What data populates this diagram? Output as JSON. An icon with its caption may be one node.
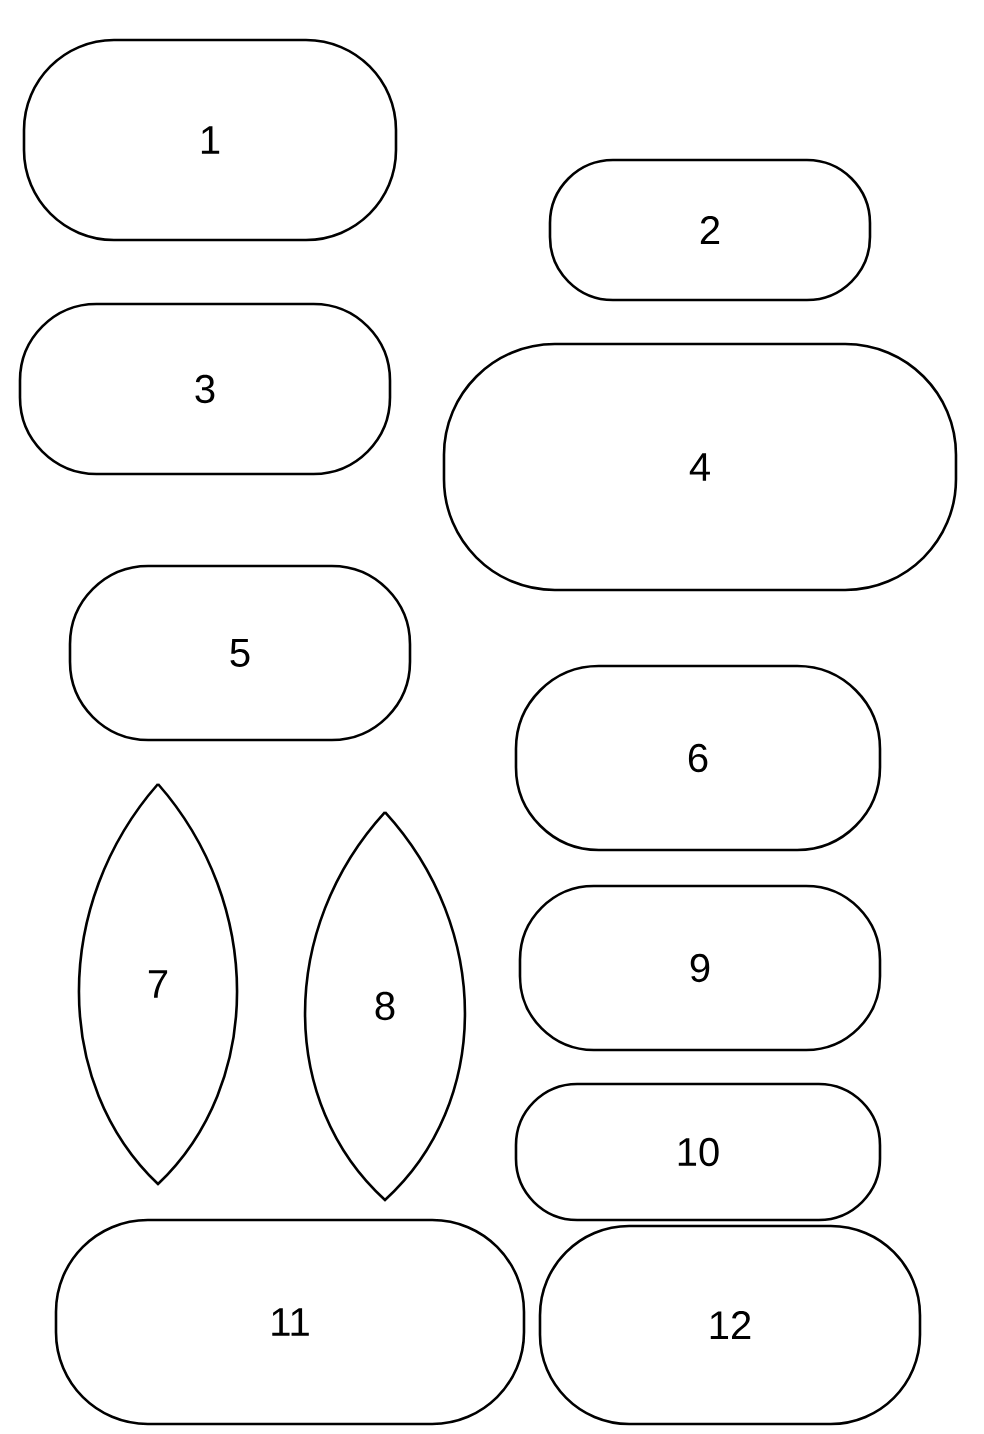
{
  "diagram": {
    "nodes": [
      {
        "text": [
          "1"
        ]
      },
      {
        "text": [
          "2"
        ]
      },
      {
        "text": [
          "3"
        ]
      },
      {
        "text": [
          "4"
        ]
      },
      {
        "text": [
          "5"
        ]
      },
      {
        "text": [
          "6"
        ]
      },
      {
        "text": [
          "7"
        ]
      },
      {
        "text": [
          "8"
        ]
      },
      {
        "text": [
          "9"
        ]
      },
      {
        "text": [
          "10"
        ]
      },
      {
        "text": [
          "11"
        ]
      },
      {
        "text": [
          "12"
        ]
      }
    ]
  }
}
